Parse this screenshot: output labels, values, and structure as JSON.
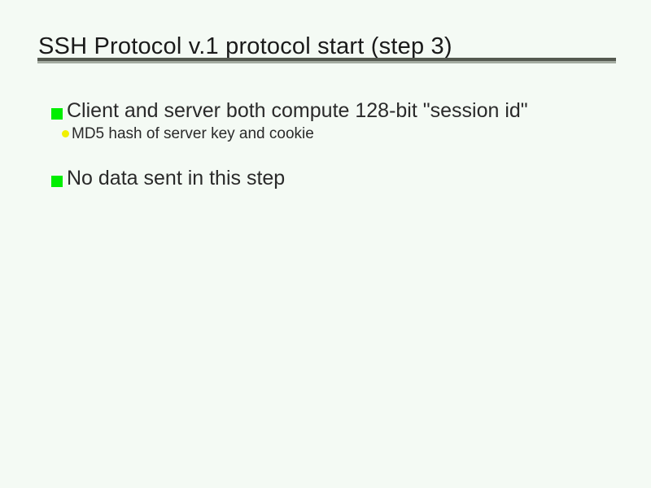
{
  "slide": {
    "title": "SSH Protocol v.1 protocol start (step 3)",
    "bullets": [
      {
        "level": 1,
        "marker": "green-square",
        "text": "Client and server both compute 128-bit \"session id\""
      },
      {
        "level": 2,
        "marker": "yellow-circle",
        "text": "MD5 hash of server key and cookie"
      },
      {
        "level": 1,
        "marker": "green-square",
        "text": "No data sent in this step"
      }
    ],
    "colors": {
      "background": "#f4faf4",
      "title_text": "#1a1a1a",
      "body_text": "#2a2a2a",
      "bullet_square": "#00ee00",
      "bullet_circle": "#f0f000",
      "rule_dark": "#545950",
      "rule_light": "#a4aba1"
    }
  }
}
